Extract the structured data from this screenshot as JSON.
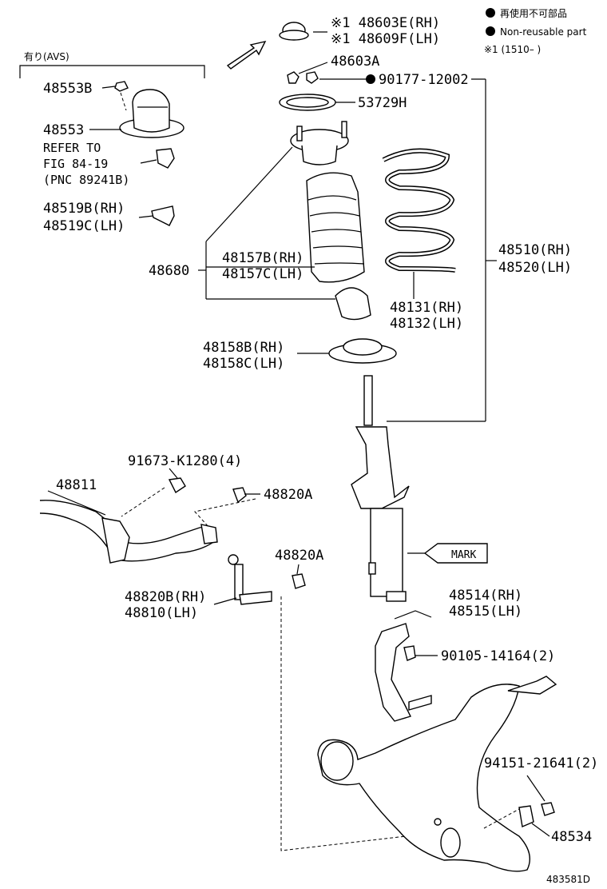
{
  "legend": {
    "non_reusable_jp": "再使用不可部品",
    "non_reusable_en": "Non-reusable part",
    "note": "※1 (1510–      )"
  },
  "avs_group": {
    "title": "有り(AVS)"
  },
  "labels": {
    "p48603E": "※1 48603E(RH)",
    "p48609F": "※1 48609F(LH)",
    "p48603A": "48603A",
    "p90177": "90177-12002",
    "p53729H": "53729H",
    "p48553B": "48553B",
    "p48553": "48553",
    "refer1": "REFER TO",
    "refer2": "FIG 84-19",
    "refer3": "(PNC 89241B)",
    "p48519B": "48519B(RH)",
    "p48519C": "48519C(LH)",
    "p48680": "48680",
    "p48157B": "48157B(RH)",
    "p48157C": "48157C(LH)",
    "p48510": "48510(RH)",
    "p48520": "48520(LH)",
    "p48131": "48131(RH)",
    "p48132": "48132(LH)",
    "p48158B": "48158B(RH)",
    "p48158C": "48158C(LH)",
    "p91673": "91673-K1280(4)",
    "p48811": "48811",
    "p48820A_1": "48820A",
    "p48820A_2": "48820A",
    "p48820B": "48820B(RH)",
    "p48810": "48810(LH)",
    "mark": "MARK",
    "p48514": "48514(RH)",
    "p48515": "48515(LH)",
    "p90105": "90105-14164(2)",
    "p94151": "94151-21641(2)",
    "p48534": "48534",
    "figure_id": "483581D"
  }
}
